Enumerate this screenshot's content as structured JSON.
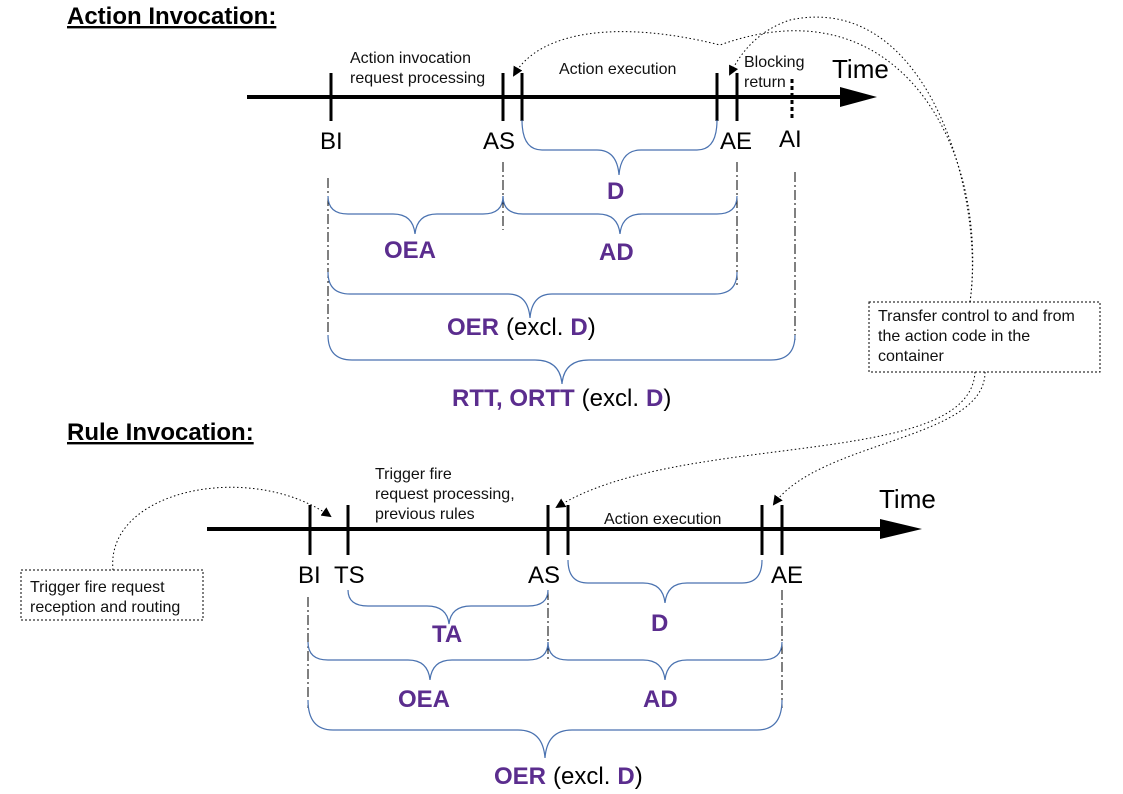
{
  "action_section": {
    "heading": "Action Invocation:",
    "time_label": "Time",
    "phase_request": [
      "Action invocation",
      "request processing"
    ],
    "phase_execution": "Action execution",
    "phase_blocking": [
      "Blocking",
      "return"
    ],
    "ticks": {
      "bi": "BI",
      "as": "AS",
      "ae": "AE",
      "ai": "AI"
    },
    "metrics": {
      "d": "D",
      "oea": "OEA",
      "ad": "AD",
      "oer": "OER",
      "oer_excl_open": "(excl.",
      "oer_excl_d": "D",
      "oer_excl_close": ")",
      "rtt": "RTT, ORTT",
      "rtt_excl_open": "(excl.",
      "rtt_excl_d": "D",
      "rtt_excl_close": ")"
    }
  },
  "rule_section": {
    "heading": "Rule Invocation:",
    "time_label": "Time",
    "phase_trigger": [
      "Trigger fire",
      "request processing,",
      "previous rules"
    ],
    "phase_execution": "Action execution",
    "ticks": {
      "bi": "BI",
      "ts": "TS",
      "as": "AS",
      "ae": "AE"
    },
    "metrics": {
      "ta": "TA",
      "d": "D",
      "oea": "OEA",
      "ad": "AD",
      "oer": "OER",
      "oer_excl_open": "(excl.",
      "oer_excl_d": "D",
      "oer_excl_close": ")"
    }
  },
  "notes": {
    "transfer": [
      "Transfer control to and from",
      "the action code in the",
      "container"
    ],
    "trigger": [
      "Trigger fire request",
      "reception and routing"
    ]
  },
  "colors": {
    "metric": "#5b2d8e",
    "brace": "#4a72b0",
    "axis": "#000000"
  }
}
